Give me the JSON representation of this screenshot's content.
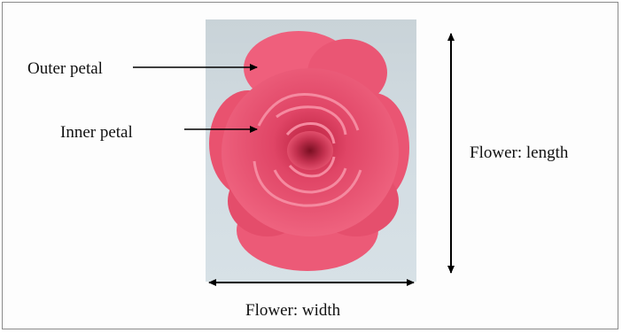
{
  "labels": {
    "outer_petal": "Outer petal",
    "inner_petal": "Inner petal",
    "flower_length": "Flower: length",
    "flower_width": "Flower: width"
  },
  "colors": {
    "petal": "#e8506e",
    "background": "#d3dde3",
    "arrow": "#000000"
  }
}
